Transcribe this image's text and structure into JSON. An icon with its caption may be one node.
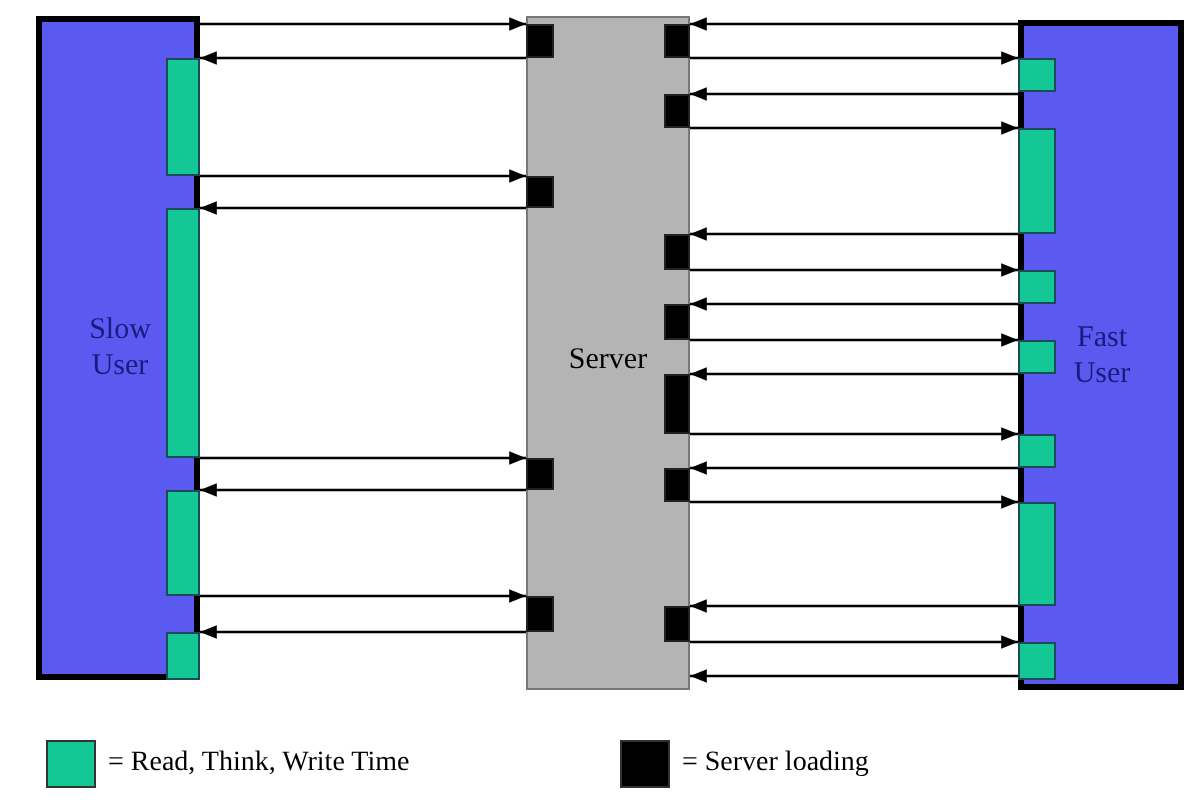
{
  "diagram": {
    "nodes": [
      {
        "text": [
          "Slow User"
        ]
      },
      {
        "text": [
          "Server"
        ]
      },
      {
        "text": [
          "Fast User"
        ]
      },
      {
        "text": [],
        "shape": "box",
        "in": 0
      },
      {
        "text": [],
        "shape": "box",
        "in": 0
      },
      {
        "text": [],
        "shape": "box",
        "in": 0
      },
      {
        "text": [],
        "shape": "box",
        "in": 0
      },
      {
        "text": [],
        "shape": "box",
        "in": 1
      },
      {
        "text": [],
        "shape": "box",
        "in": 1
      },
      {
        "text": [],
        "shape": "box",
        "in": 1
      },
      {
        "text": [],
        "shape": "box",
        "in": 1
      },
      {
        "text": [],
        "shape": "box",
        "in": 1
      },
      {
        "text": [],
        "shape": "box",
        "in": 1
      },
      {
        "text": [],
        "shape": "box",
        "in": 1
      },
      {
        "text": [],
        "shape": "box",
        "in": 1
      },
      {
        "text": [],
        "shape": "box",
        "in": 1
      },
      {
        "text": [],
        "shape": "box",
        "in": 1
      },
      {
        "text": [],
        "shape": "box",
        "in": 1
      },
      {
        "text": [],
        "shape": "box",
        "in": 2
      },
      {
        "text": [],
        "shape": "box",
        "in": 2
      },
      {
        "text": [],
        "shape": "box",
        "in": 2
      },
      {
        "text": [],
        "shape": "box",
        "in": 2
      },
      {
        "text": [],
        "shape": "box",
        "in": 2
      },
      {
        "text": [],
        "shape": "box",
        "in": 2
      },
      {
        "text": [],
        "shape": "box",
        "in": 2
      }
    ],
    "edges": [
      {
        "from": 0,
        "to": 7,
        "arrow": "to"
      },
      {
        "from": 7,
        "to": 3,
        "arrow": "to"
      },
      {
        "from": 3,
        "to": 8,
        "arrow": "to"
      },
      {
        "from": 8,
        "to": 4,
        "arrow": "to"
      },
      {
        "from": 4,
        "to": 9,
        "arrow": "to"
      },
      {
        "from": 9,
        "to": 5,
        "arrow": "to"
      },
      {
        "from": 5,
        "to": 10,
        "arrow": "to"
      },
      {
        "from": 10,
        "to": 6,
        "arrow": "to"
      },
      {
        "from": 2,
        "to": 11,
        "arrow": "to"
      },
      {
        "from": 11,
        "to": 18,
        "arrow": "to"
      },
      {
        "from": 18,
        "to": 12,
        "arrow": "to"
      },
      {
        "from": 12,
        "to": 19,
        "arrow": "to"
      },
      {
        "from": 19,
        "to": 13,
        "arrow": "to"
      },
      {
        "from": 13,
        "to": 20,
        "arrow": "to"
      },
      {
        "from": 20,
        "to": 14,
        "arrow": "to"
      },
      {
        "from": 14,
        "to": 21,
        "arrow": "to"
      },
      {
        "from": 21,
        "to": 15,
        "arrow": "to"
      },
      {
        "from": 15,
        "to": 22,
        "arrow": "to"
      },
      {
        "from": 22,
        "to": 16,
        "arrow": "to"
      },
      {
        "from": 16,
        "to": 23,
        "arrow": "to"
      },
      {
        "from": 23,
        "to": 17,
        "arrow": "to"
      },
      {
        "from": 17,
        "to": 24,
        "arrow": "to"
      },
      {
        "from": 24,
        "to": 1,
        "arrow": "to"
      }
    ],
    "legend": [
      {
        "text": "= Read, Think, Write Time",
        "color": "#14c896"
      },
      {
        "text": "= Server loading",
        "color": "#000000"
      }
    ]
  }
}
